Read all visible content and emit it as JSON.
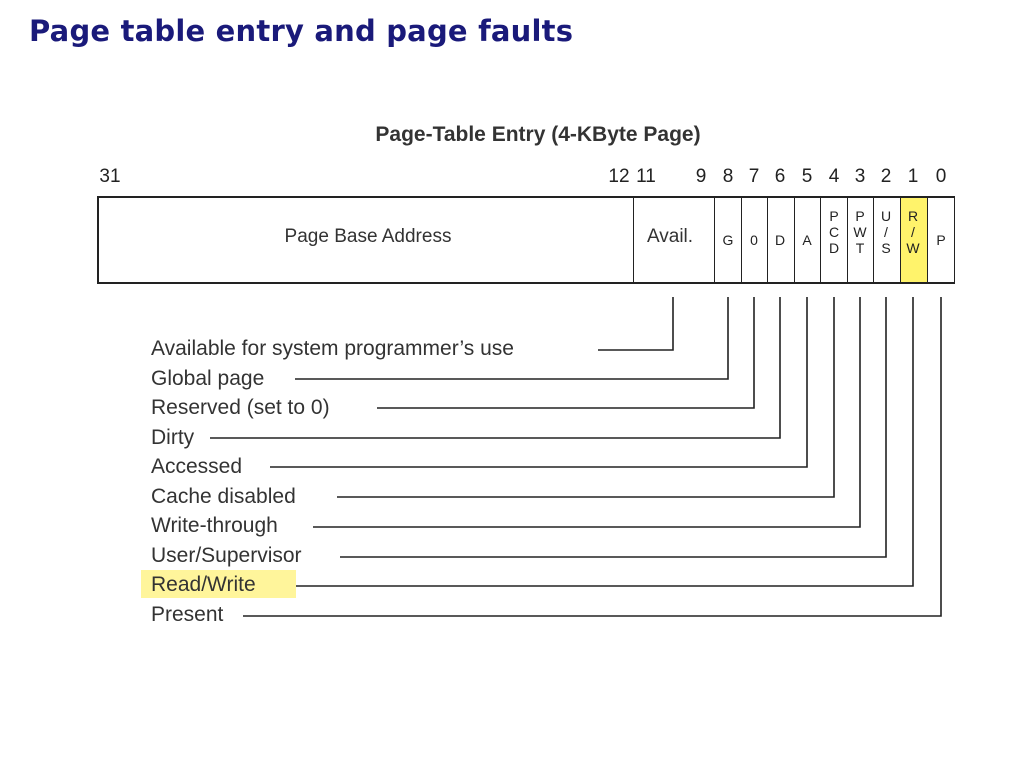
{
  "title": "Page table entry and page faults",
  "diagram": {
    "caption": "Page-Table Entry (4-KByte Page)",
    "bit_numbers": [
      "31",
      "12",
      "11",
      "9",
      "8",
      "7",
      "6",
      "5",
      "4",
      "3",
      "2",
      "1",
      "0"
    ],
    "fields": {
      "base": "Page Base Address",
      "avail": "Avail.",
      "g": "G",
      "zero": "0",
      "d": "D",
      "a": "A",
      "pcd": [
        "P",
        "C",
        "D"
      ],
      "pwt": [
        "P",
        "W",
        "T"
      ],
      "us": [
        "U",
        "/",
        "S"
      ],
      "rw": [
        "R",
        "/",
        "W"
      ],
      "p": "P"
    },
    "legend": [
      "Available for system programmer’s use",
      "Global page",
      "Reserved (set to 0)",
      "Dirty",
      "Accessed",
      "Cache disabled",
      "Write-through",
      "User/Supervisor",
      "Read/Write",
      "Present"
    ],
    "highlight_color": "#fff36b",
    "line_color": "#222222"
  }
}
